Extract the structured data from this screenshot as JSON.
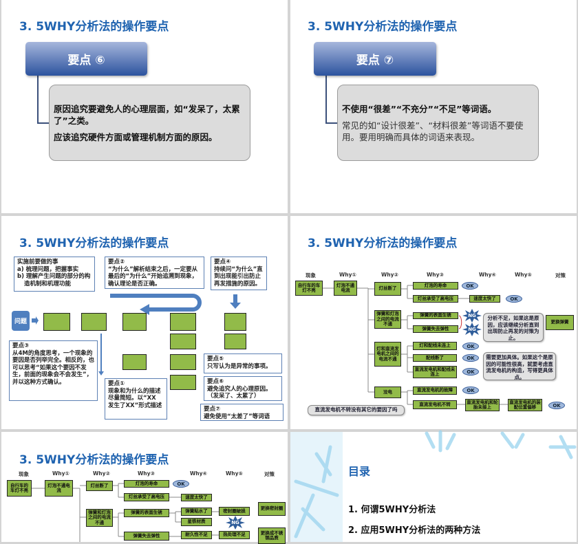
{
  "slide1": {
    "title": "3. 5WHY分析法的操作要点",
    "header": "要点 ⑥",
    "lines": [
      "原因追究要避免人的心理层面，如“发呆了，太累了”之类。",
      "应该追究硬件方面或管理机制方面的原因。"
    ]
  },
  "slide2": {
    "title": "3. 5WHY分析法的操作要点",
    "header": "要点 ⑦",
    "lines": [
      "不使用“很差”“不充分”“不足”等词语。",
      "常见的如“设计很差”、“材料很差”等词语不要使用。要用明确而具体的词语来表现。"
    ]
  },
  "slide3": {
    "title": "3. 5WHY分析法的操作要点",
    "problem": "问题",
    "prep": {
      "title": "实施前要做的事",
      "a": "a)  梳理问题，把握事实",
      "b": "b)  理解产生问题的部分的构造机制和机理功能"
    },
    "p2": {
      "title": "要点②",
      "text": "“为什么”解析结束之后，一定要从最后的“为什么”开始追溯到现象，确认理论是否正确。"
    },
    "p4": {
      "title": "要点④",
      "text": "持续问“为什么”直到出现能引出防止再发措施的原因。"
    },
    "p3": {
      "title": "要点③",
      "text": "从4M的角度思考，一个现象的要因是否列举完全。相反的，也可以思考“如果这个要因不发生，前面的现象会不会发生”，并以这种方式确认。"
    },
    "p1": {
      "title": "要点①",
      "text": "现象和为什么的描述尽量简短。以“XX 发生了XX”形式描述"
    },
    "p5": {
      "title": "要点⑤",
      "text": "只写认为是异常的事项。"
    },
    "p6": {
      "title": "要点⑥",
      "text": "避免追究人的心理原因。（发呆了、太累了）"
    },
    "p7": {
      "title": "要点⑦",
      "text": "避免使用“太差了”等词语"
    }
  },
  "slide4": {
    "title": "3. 5WHY分析法的操作要点",
    "headers": [
      "现象",
      "Why①",
      "Why②",
      "Why③",
      "Why④",
      "Why⑤",
      "对策"
    ],
    "boxes": [
      "自行车的车灯不亮",
      "灯泡不通电流",
      "灯丝断了",
      "灯泡的寿命",
      "灯丝承受了高电压",
      "速度太快了",
      "弹簧和灯泡之间的电流不通",
      "弹簧的表面生锈",
      "弹簧失去弹性",
      "更换弹簧",
      "灯和直流发电机之间的电流不通",
      "灯和配线未连上",
      "配线断了",
      "直流发电机和配线未连上",
      "没电",
      "直流发电机的故障",
      "直流发电机不转",
      "直流发电机和轮胎未接上",
      "直流发电机的装配位置偏移"
    ],
    "callouts": [
      "分析不足，如果这是原因，应该继续分析直到出现防止再发的对策为止。",
      "需要更加具体。如果这个是原因的可能性很高，就要考虑直流发电机的构造，写得更具体点。",
      "直流发电机不转没有其它的要因了吗"
    ],
    "ok": "OK",
    "ng": "NG"
  },
  "slide5": {
    "title": "3. 5WHY分析法的操作要点",
    "headers": [
      "现象",
      "Why①",
      "Why②",
      "Why③",
      "Why④",
      "Why⑤",
      "对策"
    ],
    "boxes": [
      "自行车的车灯不亮",
      "灯泡不通电流",
      "灯丝断了",
      "灯泡的寿命",
      "灯丝承受了高电压",
      "速度太快了",
      "弹簧和灯泡之间的电流不通",
      "弹簧的表面生锈",
      "弹簧粘水了",
      "密封圈破损",
      "星铁材质",
      "弹簧失去弹性",
      "耐久性不足",
      "热处理不足",
      "更换密封圈",
      "更换成不锈钢品质"
    ],
    "ok": "OK",
    "ng": "NG"
  },
  "slide6": {
    "title": "目录",
    "items": [
      "1. 何谓5WHY分析法",
      "2. 应用5WHY分析法的两种方法"
    ]
  },
  "colors": {
    "title": "#1f63b0",
    "box_green": "#92bb49",
    "header_blue": "#2c539e",
    "card_gray": "#dcdcdc"
  }
}
